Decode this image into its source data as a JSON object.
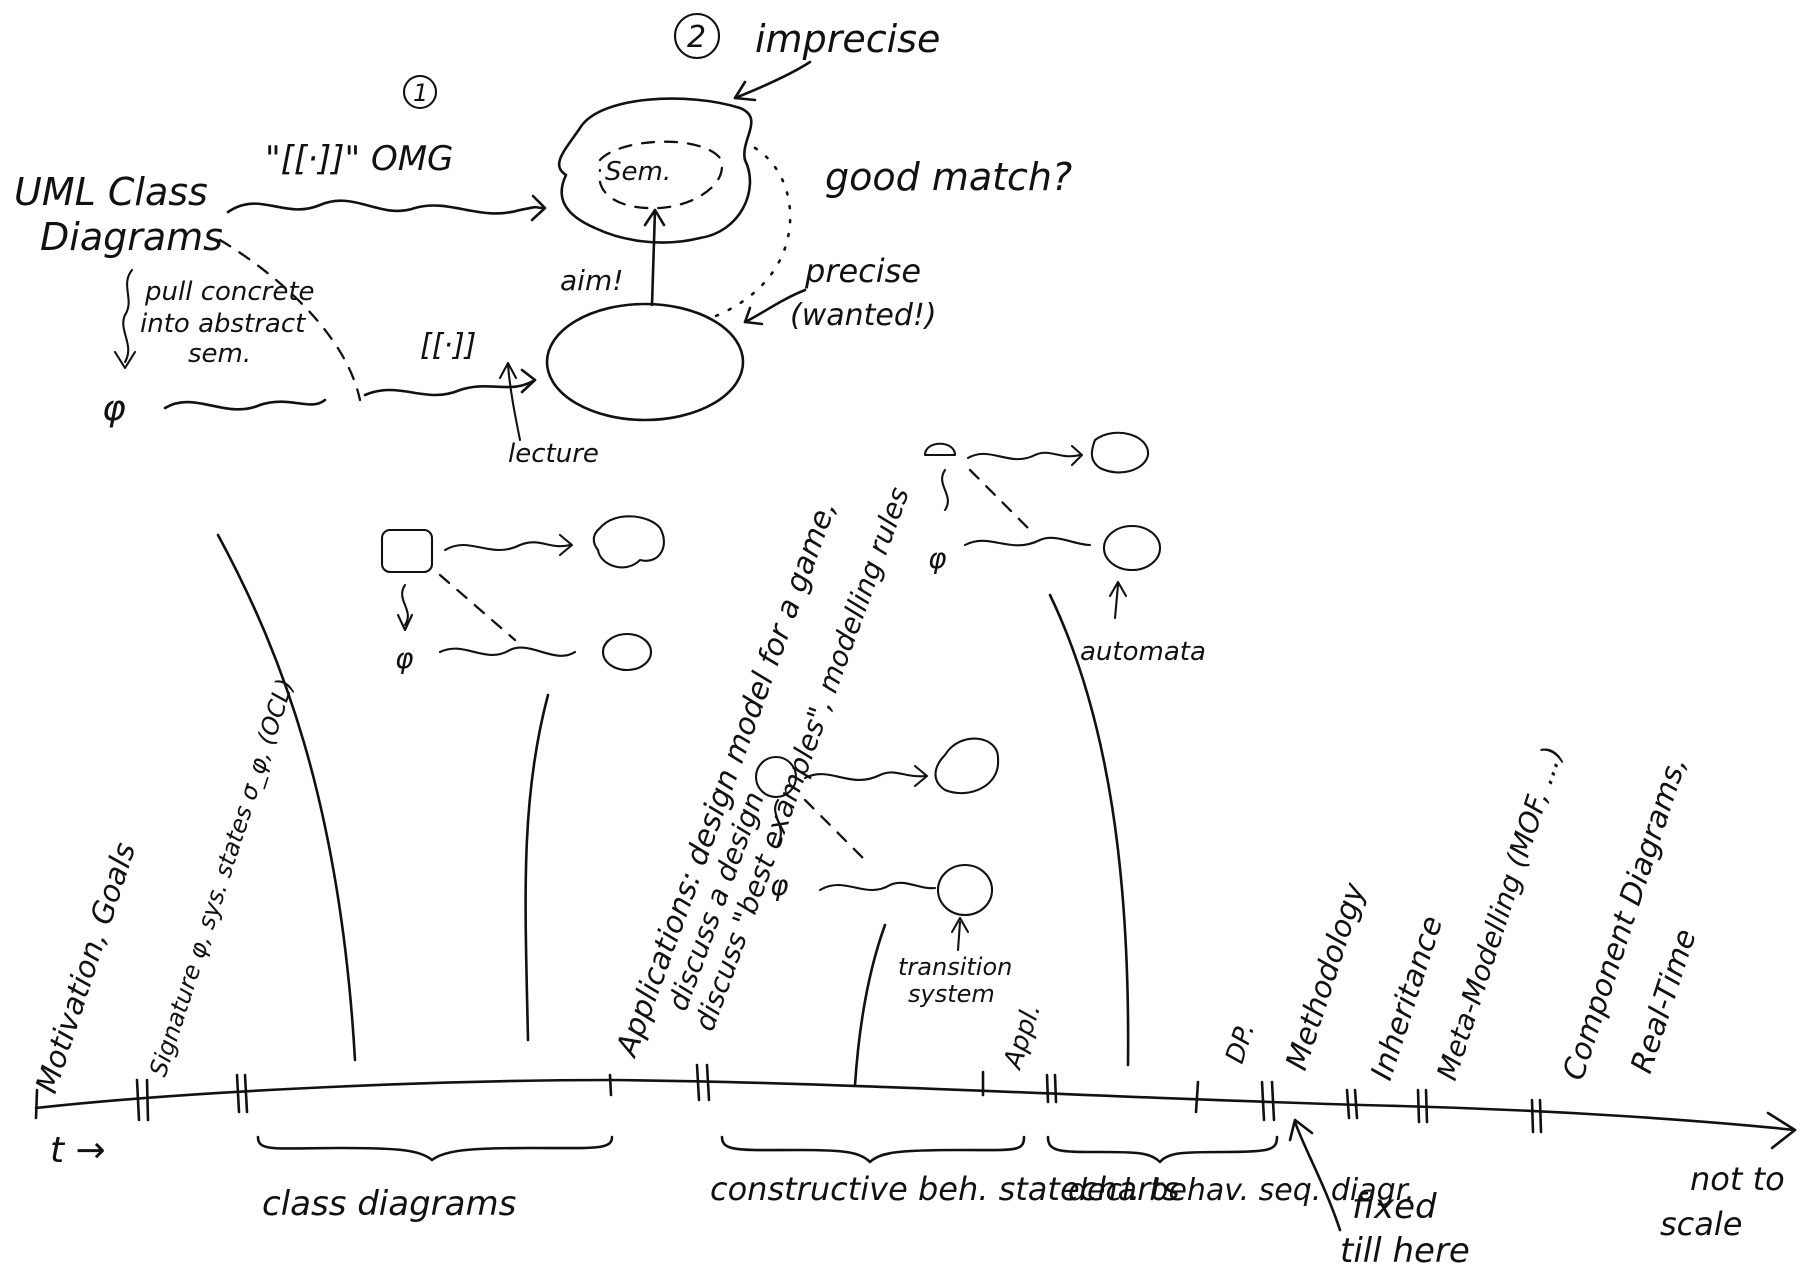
{
  "top_diagram": {
    "uml_line1": "UML Class",
    "uml_line2": "Diagrams",
    "omg_label": "\"[[·]]\" OMG",
    "circle_1": "1",
    "circle_2": "2",
    "imprecise": "imprecise",
    "sem": "Sem.",
    "good_match": "good match?",
    "aim": "aim!",
    "precise": "precise",
    "wanted": "(wanted!)",
    "pull_1": "pull concrete",
    "pull_2": "into abstract",
    "pull_3": "sem.",
    "phi": "φ",
    "lecture_bracket": "[[·]]",
    "lecture": "lecture"
  },
  "mini_diagrams": {
    "phi": "φ",
    "automata": "automata",
    "transition_1": "transition",
    "transition_2": "system"
  },
  "application_note": {
    "line1": "Applications: design model for a game,",
    "line2": "discuss a design",
    "line3": "discuss \"best examples\", modelling rules"
  },
  "timeline": {
    "t_label": "t →",
    "labels": [
      "Motivation, Goals",
      "Signature φ, sys. states σ_φ, (OCL)",
      "Appl.",
      "DP.",
      "Methodology",
      "Inheritance",
      "Meta-Modelling (MOF, ...)",
      "Component Diagrams,",
      "Real-Time"
    ],
    "braces": [
      "class diagrams",
      "constructive beh. statecharts",
      "decl. behav. seq. diagr."
    ],
    "fixed_1": "fixed",
    "fixed_2": "till here",
    "not_to_scale_1": "not to",
    "not_to_scale_2": "scale"
  }
}
